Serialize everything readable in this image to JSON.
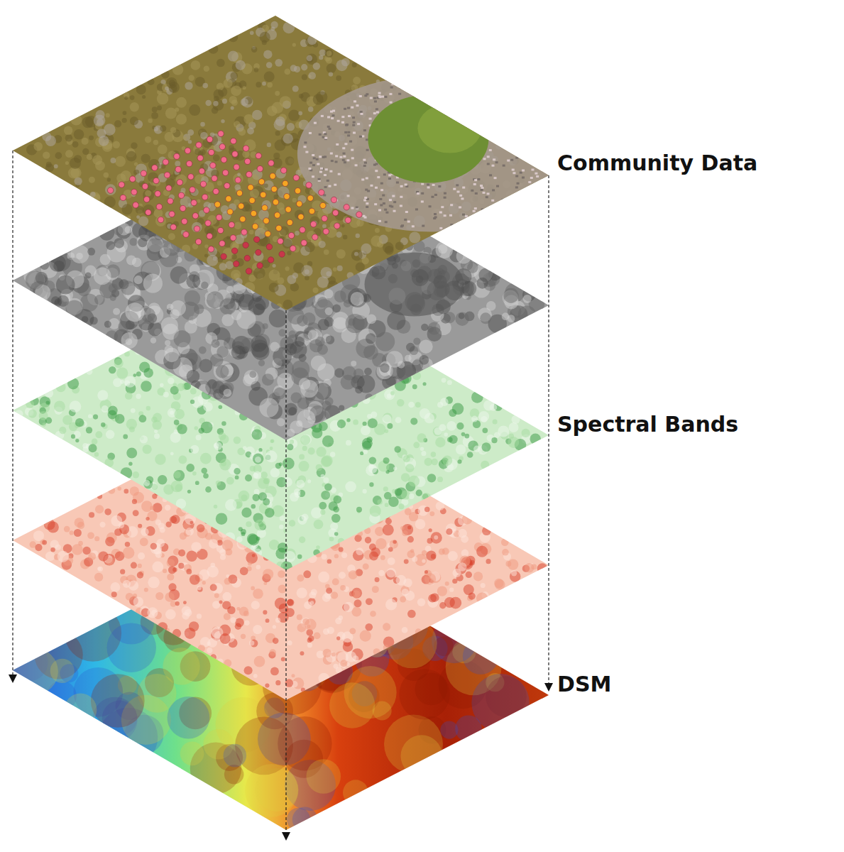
{
  "diagram": {
    "labels": [
      "Community Data",
      "Spectral Bands",
      "DSM"
    ]
  }
}
